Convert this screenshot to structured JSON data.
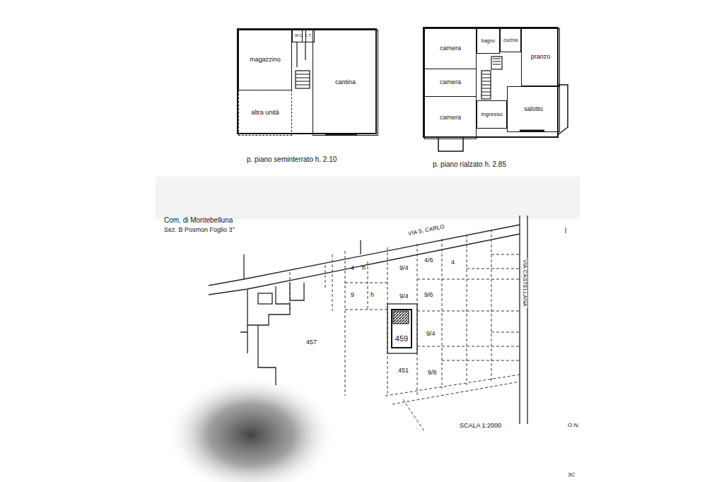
{
  "diagram": {
    "nodes": [
      {
        "text": [
          "p. piano seminterrato h. 2.10"
        ]
      },
      {
        "text": [
          "magazzino"
        ],
        "in": 0
      },
      {
        "text": [
          "W.C."
        ],
        "in": 0
      },
      {
        "text": [
          "C.T."
        ],
        "in": 0
      },
      {
        "text": [
          "cantina"
        ],
        "in": 0
      },
      {
        "text": [
          "altra unità"
        ],
        "in": 0
      },
      {
        "text": [
          "p. piano rialzato h. 2.85"
        ]
      },
      {
        "text": [
          "camera"
        ],
        "in": 6
      },
      {
        "text": [
          "bagno"
        ],
        "in": 6
      },
      {
        "text": [
          "cucina"
        ],
        "in": 6
      },
      {
        "text": [
          "pranzo"
        ],
        "in": 6
      },
      {
        "text": [
          "camera"
        ],
        "in": 6
      },
      {
        "text": [
          "salotto"
        ],
        "in": 6
      },
      {
        "text": [
          "camera"
        ],
        "in": 6
      },
      {
        "text": [
          "ingresso"
        ],
        "in": 6
      },
      {
        "text": [
          "459"
        ]
      }
    ],
    "labels": [
      "Com. di Montebelluna",
      "Sez. B Posmon Foglio 3°",
      "VIA S. CARLO",
      "VIA CASTELLANA",
      "457",
      "451",
      "4",
      "h",
      "9",
      "h",
      "9/4",
      "9/4",
      "4/6",
      "4",
      "9/6",
      "9/4",
      "9/8",
      "SCALA 1:2000",
      "O.N.",
      "3C"
    ]
  }
}
